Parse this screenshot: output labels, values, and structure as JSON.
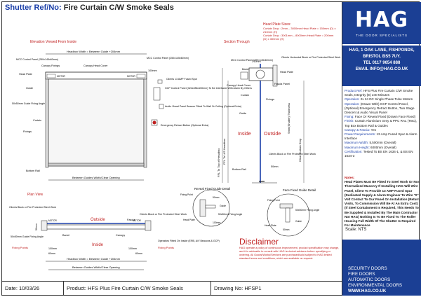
{
  "header": {
    "title_prefix": "Shutter Ref/No:",
    "title_rest": "Fire Curtain C/W Smoke Seals"
  },
  "head_plate_sizes": {
    "heading": "Head Plate Sizes:",
    "line1": "Curtain Drop : 2mm – 3000mm Head Plate = 150mm (D) x 210mm (H)",
    "line2": "Curtain Drop : 3001mm – 8000mm Head Plate = 200mm (D) x 300mm (H)"
  },
  "views": {
    "elevation": "Elevation Viewed From Inside",
    "section": "Section Through",
    "plan": "Plan View",
    "revcal": "Reveal Fixed Guide Detail",
    "face": "Face Fixed Guide Detail"
  },
  "elevation_labels": {
    "headbox_width": "Headbox Width = Between Guide +204mm",
    "mcc_left": "MCC Control Panel (250x145x60mm)",
    "canopy_fixings": "Canopy Fixings",
    "canopy_head_cover": "Canopy Head Cover",
    "mcc_right": "MCC Control Panel (250x145x60mm)",
    "head_plate": "Head Plate",
    "motor_l": "MOTOR",
    "motor_r": "MOTOR",
    "d100": "100mm",
    "clients_spur": "Clients 13 AMP Fused Spur",
    "gcp_panel": "GCP Control Panel (324x286x150mm) To Be Interfaced With Alarm By Others",
    "audio_visual": "Audio Visual Panel Beacon Fitted To Wall Or Ceiling (Optional Extra)",
    "guide": "Guide",
    "guide_fixing": "50x50mm Guide Fixing Angle",
    "curtain": "Curtain",
    "fixings": "Fixings",
    "bottom_rail": "Bottom Rail",
    "emergency": "Emergency Retract Button (Optional Extra)",
    "between_guides": "Between Guides Width/Clear Opening"
  },
  "section_labels": {
    "mcc": "MCC Control Panel (250x145x60mm)",
    "d210": "210mm",
    "barrel": "Barrel",
    "clients_block": "Clients Horizontal Block or Fire Protected Steel Work",
    "head_plate": "Head Plate",
    "canopy_head_cover": "Canopy Head Cover",
    "fascia": "Fascia Panel",
    "curtain": "Curtain",
    "fixings": "Fixings",
    "guide": "Guide",
    "inside": "Inside",
    "outside": "Outside",
    "clients_block2": "Clients Block or Fire Protected Steel Work",
    "bottom_rail": "Bottom Rail",
    "ffl": "FFL To Top of Headbox",
    "clear_ffl": "FFL To U/S Headbox",
    "dim1": "Smm(Shutter) Thickness",
    "clear_drop": "Clear Curtain Drop",
    "d50": "50mm"
  },
  "plan_labels": {
    "clients_left": "Clients Block or Fire Protected Steel Work",
    "clients_right": "Clients Block or Fire Protected Steel Work",
    "motor_l": "MOTOR",
    "motor_r": "MOTOR",
    "outside": "Outside",
    "inside": "Inside",
    "fascia": "Fascia",
    "barrel": "Barrel",
    "canopy": "Canopy",
    "guide_fixing": "50x50mm Guide Fixing Angle",
    "fixing_points_l": "Fixing Points",
    "fixing_points_r": "Fixing Points",
    "operators": "Operators Fitted On Inside (ERB, A/V Beacons & GCP)",
    "d100l": "100mm",
    "d100r": "100mm",
    "d60": "60mm",
    "d60r": "60mm",
    "d50": "50mm",
    "headbox_width": "Headbox Width = Between Guide +204mm",
    "between_guides": "Between Guides Width/Clear Opening"
  },
  "detail_labels": {
    "fixing_point": "Fixing Point",
    "guide": "Guide",
    "head_plate": "Head Plate",
    "angle": "50x50mm Fixing Angle",
    "d50": "50mm",
    "d100": "100mm",
    "face_fixing": "Fixing Point",
    "face_angle": "50x50mm Fixing Angle",
    "face_guide": "Guide",
    "face_head": "Head Plate",
    "face_d50": "50mm"
  },
  "logo": {
    "name": "HAG",
    "tagline": "THE DOOR SPECIALISTS"
  },
  "address": {
    "l1": "HAG, 1 OAK LANE, FISHPONDS,",
    "l2": "BRISTOL BS5 7UY.",
    "l3": "TEL 0117 9654 888",
    "l4": "EMAIL INFO@HAG.CO.UK"
  },
  "specs": [
    {
      "k": "Product Ref:",
      "v": " HFS Plus Fire Curtain C/W Smoke Seals, Integrity (E) 240 Minutes"
    },
    {
      "k": "Operation:",
      "v": " 2x 24 DC Single Phase Tube Motors"
    },
    {
      "k": "Operation:",
      "v": " (Drawn With) GCP Control Panel, (Optional) Emergency Retract Button, Two Stage Descent & Audio Visual Panel"
    },
    {
      "k": "Fixing:",
      "v": " Face Or Reveal Fixed (Drawn Face Fixed)"
    },
    {
      "k": "Finish:",
      "v": " Curtain Aluminium Grey & PPC RAL (TBC), Top Box Bottom Rail & Guides"
    },
    {
      "k": "Canopy & Fascia:",
      "v": " Yes"
    },
    {
      "k": "Power Requirements:",
      "v": " 13 Amp Fused Spur & Alarm Interface"
    },
    {
      "k": "Maximum Width:",
      "v": " 5,500mm (Overall)"
    },
    {
      "k": "Maximum Height:",
      "v": " 6000mm (Overall)"
    },
    {
      "k": "Certification:",
      "v": " Tested To BS EN 1634-1, & BS EN 1634-3"
    }
  ],
  "notes": {
    "heading": "Notes:",
    "body": "Head Plates Must Be Fitted To Steel Work Or Non Thermalized Masonry If Installing HAG Will Wire Panel, Client To Provide 13 AMP Fused Spur (Dedicated Supply & Alarm Engineer To Wire \"0\" Volt Contact To Our Panel On Installation (Return Visits, To Commission Will Be At An Extra Cost) (If Steel Containment Is Required, This Needs To Be Supplied & Installed By The Main Contractor Not HAG) Nothing Is To Be Fixed To The Roller Housing Full Width Of The Shutter Is Required For Maintenance"
  },
  "scale": "Scale: NTS",
  "footer": {
    "l1": "SECURITY DOORS",
    "l2": "FIRE DOORS",
    "l3": "AUTOMATIC DOORS",
    "l4": "ENVIRONMENTAL DOORS",
    "web": "WWW.HAG.CO.UK"
  },
  "disclaimer": {
    "heading": "Disclaimer",
    "body": "HAG operate a policy of continuous improvement, product specification may change, and it is advisable to consult with HAG technical advisers before specifying or ordering. All Goods/Works/Services are purchased/sold subject to HAG limited standard terms and conditions, which are available on request."
  },
  "bottom": {
    "date": "Date: 10/03/26",
    "product": "Product: HFS Plus Fire Curtain C/W Smoke Seals",
    "drawing": "Drawing No: HFSP1"
  },
  "colors": {
    "brand": "#1b3f94",
    "red": "#c02020",
    "blue_text": "#1a3ea8"
  }
}
